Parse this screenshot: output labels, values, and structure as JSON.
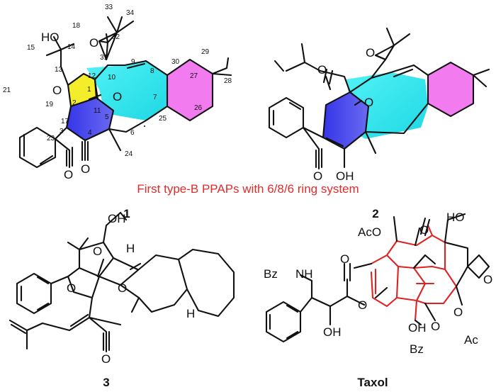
{
  "caption": "First type-B PPAPs with 6/8/6 ring system",
  "compounds": [
    {
      "label": "1"
    },
    {
      "label": "2"
    },
    {
      "label": "3"
    },
    {
      "label": "Taxol"
    }
  ],
  "atoms": {
    "HO": "HO",
    "O": "O",
    "OH": "OH",
    "H": "H",
    "Bz": "Bz",
    "NH": "NH",
    "AcO": "AcO",
    "Ac": "Ac"
  },
  "numbering": [
    "33",
    "34",
    "32",
    "31",
    "18",
    "14",
    "15",
    "13",
    "12",
    "1",
    "2",
    "11",
    "3",
    "17",
    "19",
    "21",
    "23",
    "4",
    "5",
    "24",
    "6",
    "25",
    "26",
    "27",
    "28",
    "29",
    "30",
    "8",
    "9",
    "10",
    "7"
  ],
  "colors": {
    "yellow": "#f4ee2a",
    "cyan": "#27ecf0",
    "magenta": "#f27bf0",
    "blue": "#2e2ee6",
    "red_caption": "#e02b2b",
    "taxol_core": "#d22222"
  }
}
